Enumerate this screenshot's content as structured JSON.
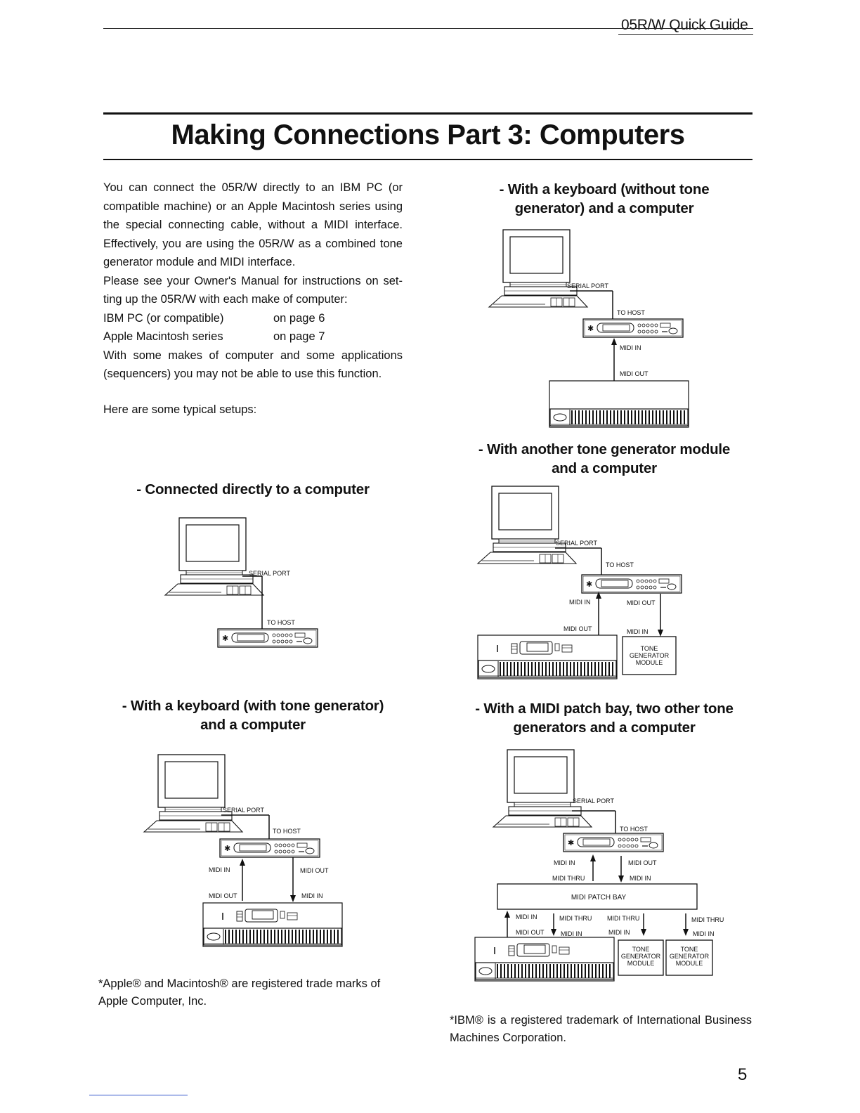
{
  "header": {
    "guide_title": "05R/W Quick Guide"
  },
  "page_title": "Making Connections Part 3:  Computers",
  "intro": {
    "lines": [
      "You can connect the 05R/W directly to an IBM PC (or",
      "compatible machine) or an Apple Macintosh series using",
      "the special connecting cable, without a MIDI interface.",
      "Effectively, you are using the 05R/W as a combined tone",
      "generator module and MIDI interface.",
      "Please see your Owner's Manual for instructions on set-",
      "ting up the 05R/W with each make of computer:"
    ],
    "table": [
      {
        "label": "IBM PC (or compatible)",
        "page": "on page 6"
      },
      {
        "label": "Apple Macintosh series",
        "page": "on page 7"
      }
    ],
    "closing_lines": [
      "With some makes of computer and some applications",
      "(sequencers) you may not be able to use this function."
    ]
  },
  "typical": "Here are some typical setups:",
  "headings": {
    "direct": "- Connected directly to a computer",
    "keyboard_with_tg_1": "- With a keyboard (with tone generator)",
    "keyboard_with_tg_2": "and a computer",
    "keyboard_without_tg_1": "- With a keyboard (without tone",
    "keyboard_without_tg_2": "generator) and a computer",
    "another_module_1": "- With another tone generator module",
    "another_module_2": "and a computer",
    "patch_bay_1": "- With a MIDI patch bay, two other tone",
    "patch_bay_2": "generators and a computer"
  },
  "labels": {
    "serial_port": "SERIAL PORT",
    "to_host": "TO HOST",
    "midi_in": "MIDI IN",
    "midi_out": "MIDI OUT",
    "midi_thru": "MIDI THRU",
    "midi_patch_bay": "MIDI PATCH BAY",
    "tone": "TONE",
    "generator": "GENERATOR",
    "module": "MODULE"
  },
  "footnotes": {
    "apple": "*Apple® and Macintosh® are registered trade marks of Apple Computer, Inc.",
    "ibm": "*IBM® is a registered trademark of International Business Machines Corporation."
  },
  "page_number": "5"
}
